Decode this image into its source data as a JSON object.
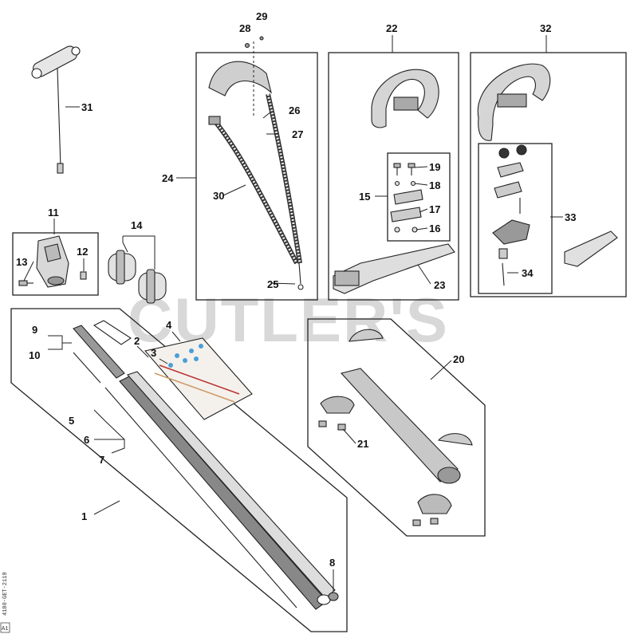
{
  "watermark": "CUTLER'S",
  "side_code": "4180-GET-2119",
  "side_mark": "A1",
  "callouts": {
    "c1": "1",
    "c2": "2",
    "c3": "3",
    "c4": "4",
    "c5": "5",
    "c6": "6",
    "c7": "7",
    "c8": "8",
    "c9": "9",
    "c10": "10",
    "c11": "11",
    "c12": "12",
    "c13": "13",
    "c14": "14",
    "c15": "15",
    "c16": "16",
    "c17": "17",
    "c18": "18",
    "c19": "19",
    "c20": "20",
    "c21": "21",
    "c22": "22",
    "c23": "23",
    "c24": "24",
    "c25": "25",
    "c26": "26",
    "c27": "27",
    "c28": "28",
    "c29": "29",
    "c30": "30",
    "c31": "31",
    "c32": "32",
    "c33": "33",
    "c34": "34"
  }
}
